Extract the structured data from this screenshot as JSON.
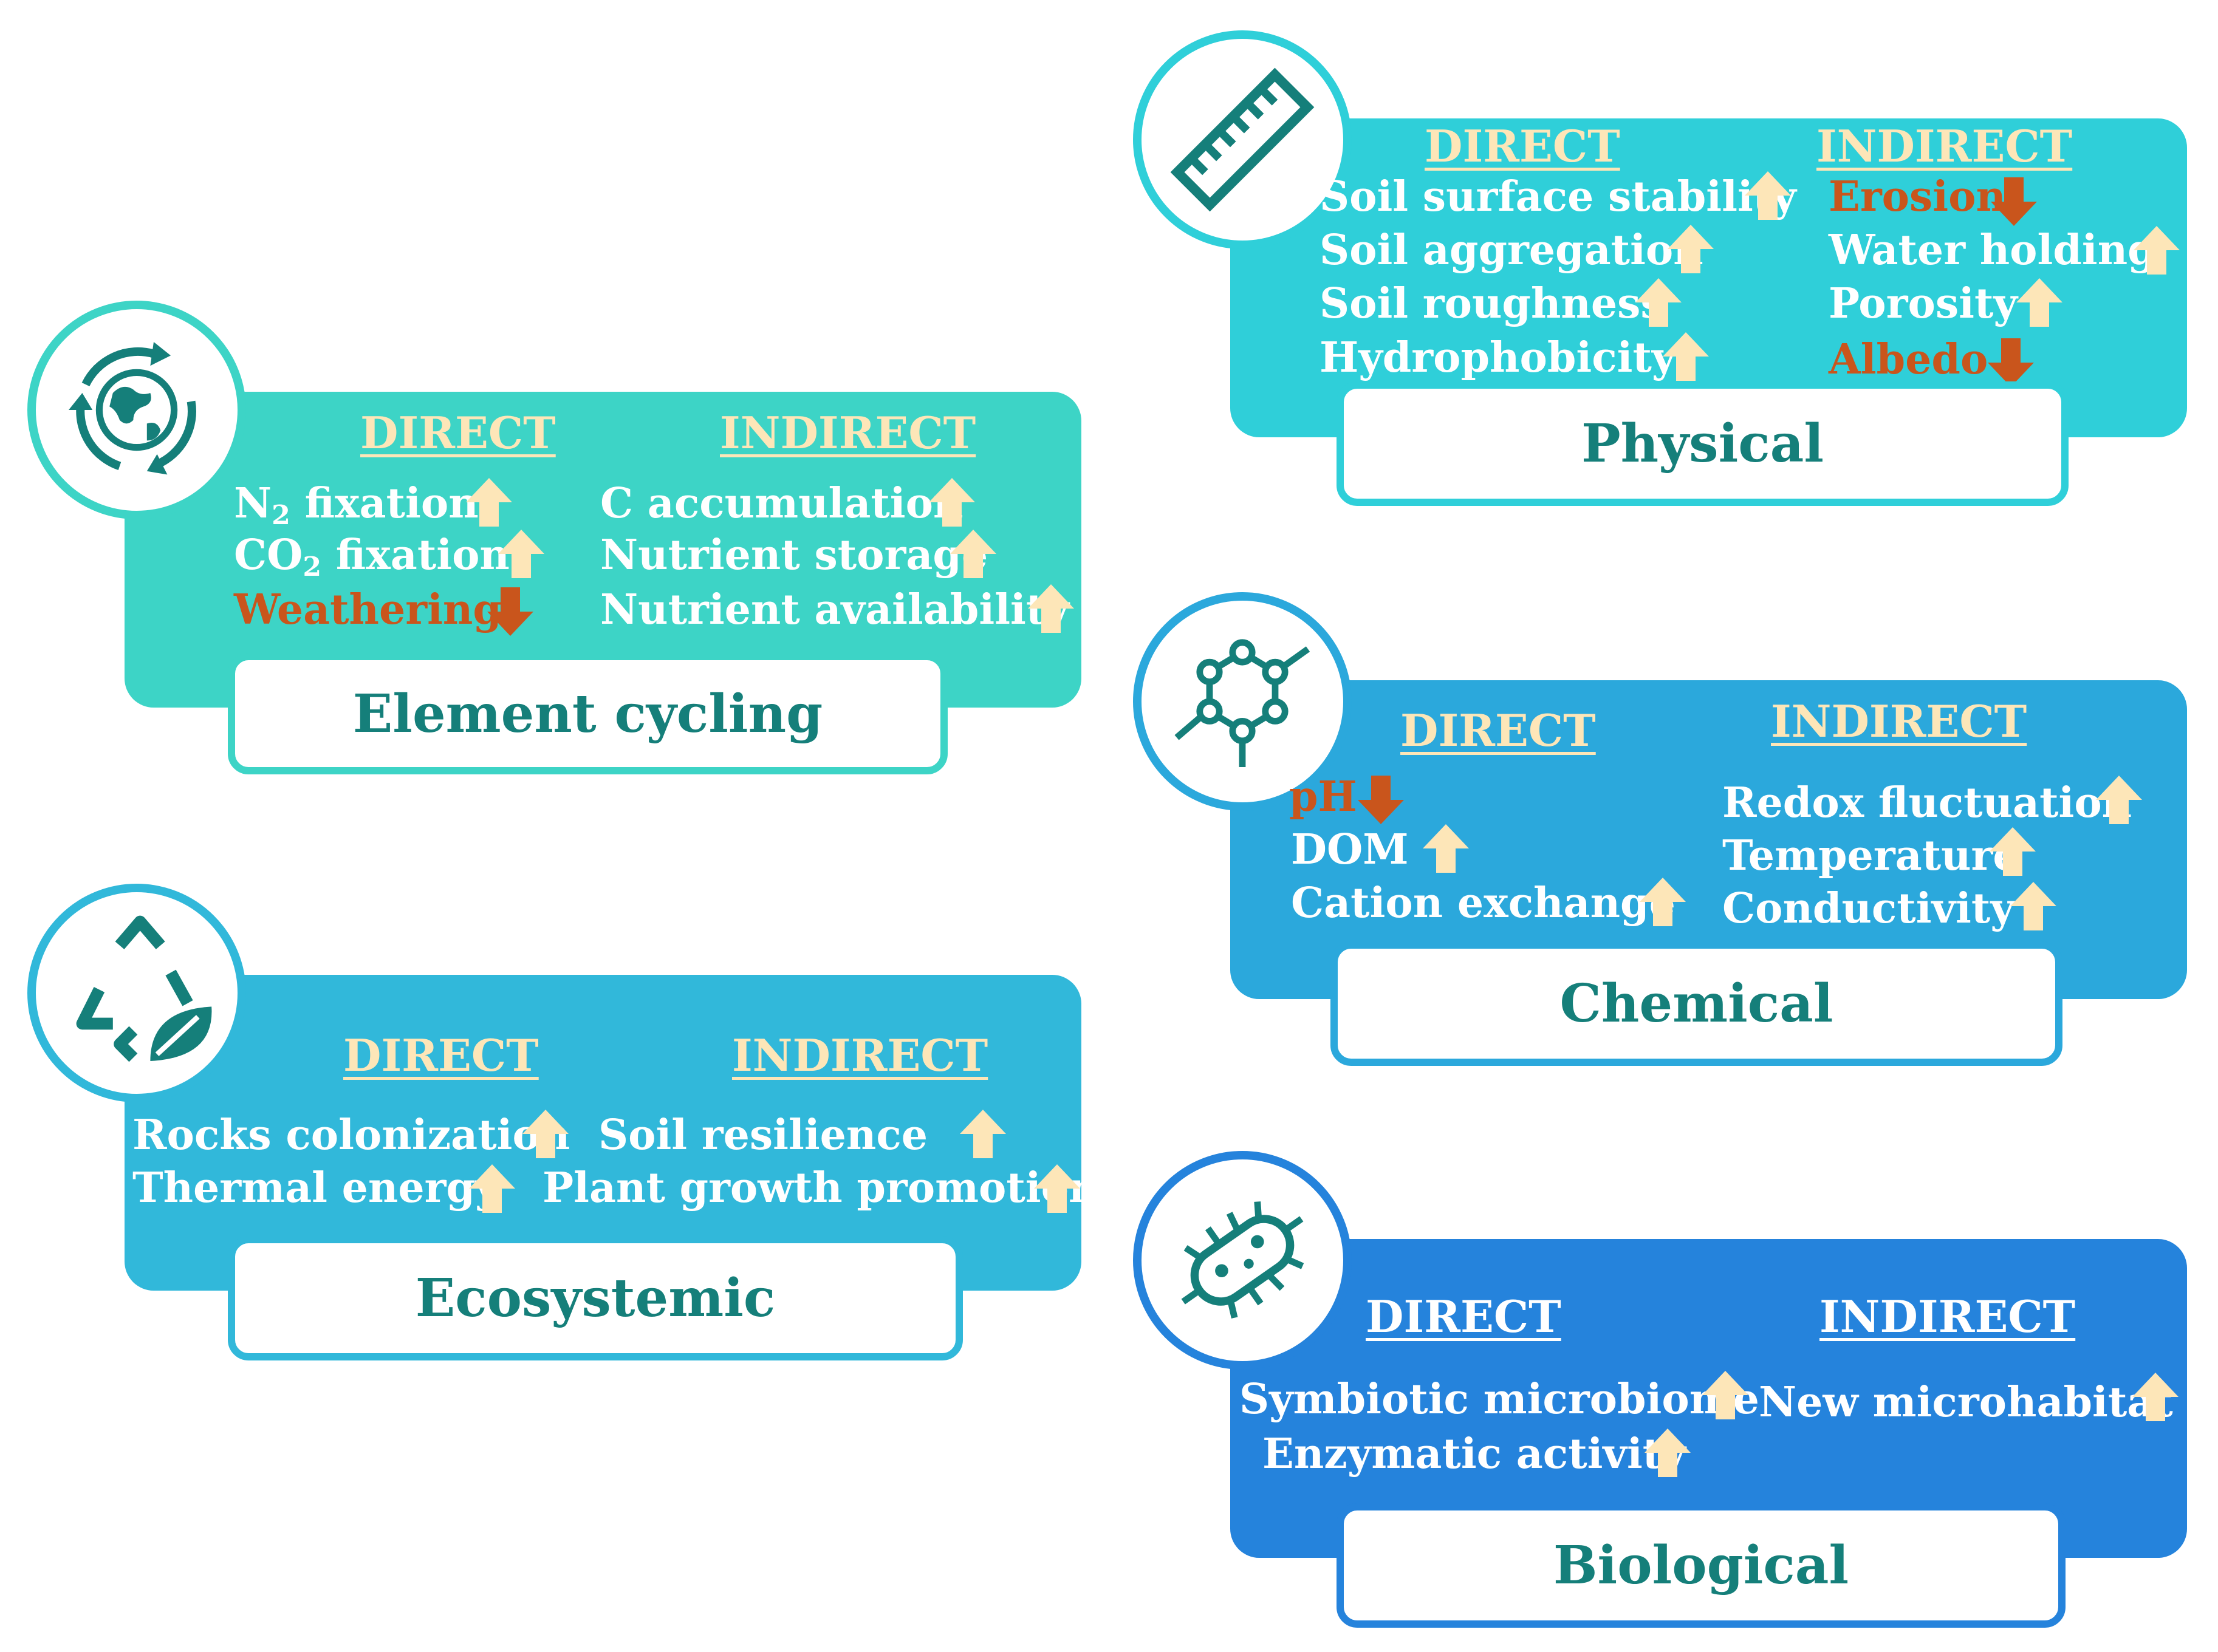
{
  "direct_label": "DIRECT",
  "indirect_label": "INDIRECT",
  "colors": {
    "up_arrow": "#fde6b8",
    "down_arrow": "#c9551c",
    "title_text": "#157f7a"
  },
  "panels": {
    "element_cycling": {
      "title": "Element cycling",
      "icon": "recycle-globe-icon",
      "color": "#3dd4c6",
      "direct": [
        {
          "prefix": "N",
          "sub": "2",
          "suffix": " fixation",
          "trend": "up"
        },
        {
          "prefix": "CO",
          "sub": "2",
          "suffix": " fixation",
          "trend": "up"
        },
        {
          "text": "Weathering",
          "trend": "down"
        }
      ],
      "indirect": [
        {
          "text": "C accumulation",
          "trend": "up"
        },
        {
          "text": "Nutrient storage",
          "trend": "up"
        },
        {
          "text": "Nutrient availability",
          "trend": "up"
        }
      ]
    },
    "ecosystemic": {
      "title": "Ecosystemic",
      "icon": "recycle-leaf-icon",
      "color": "#31b8da",
      "direct": [
        {
          "text": "Rocks colonization",
          "trend": "up"
        },
        {
          "text": "Thermal energy",
          "trend": "up"
        }
      ],
      "indirect": [
        {
          "text": "Soil resilience",
          "trend": "up"
        },
        {
          "text": "Plant growth promotion",
          "trend": "up"
        }
      ]
    },
    "physical": {
      "title": "Physical",
      "icon": "ruler-icon",
      "color": "#2fcfd9",
      "direct": [
        {
          "text": "Soil surface stability",
          "trend": "up"
        },
        {
          "text": "Soil aggregation",
          "trend": "up"
        },
        {
          "text": "Soil roughness",
          "trend": "up"
        },
        {
          "text": "Hydrophobicity",
          "trend": "up"
        }
      ],
      "indirect": [
        {
          "text": "Erosion",
          "trend": "down"
        },
        {
          "text": "Water holding",
          "trend": "up"
        },
        {
          "text": "Porosity",
          "trend": "up"
        },
        {
          "text": "Albedo",
          "trend": "down"
        }
      ]
    },
    "chemical": {
      "title": "Chemical",
      "icon": "molecule-icon",
      "color": "#2ba8dc",
      "direct": [
        {
          "text": "pH",
          "trend": "down"
        },
        {
          "text": "DOM",
          "trend": "up"
        },
        {
          "text": "Cation exchange",
          "trend": "up"
        }
      ],
      "indirect": [
        {
          "text": "Redox fluctuation",
          "trend": "up"
        },
        {
          "text": "Temperature",
          "trend": "up"
        },
        {
          "text": "Conductivity",
          "trend": "up"
        }
      ]
    },
    "biological": {
      "title": "Biological",
      "icon": "bacterium-icon",
      "color": "#2583dc",
      "direct": [
        {
          "text": "Symbiotic microbiome",
          "trend": "up"
        },
        {
          "text": "Enzymatic activity",
          "trend": "up"
        }
      ],
      "indirect": [
        {
          "text": "New microhabitat",
          "trend": "up"
        }
      ]
    }
  }
}
